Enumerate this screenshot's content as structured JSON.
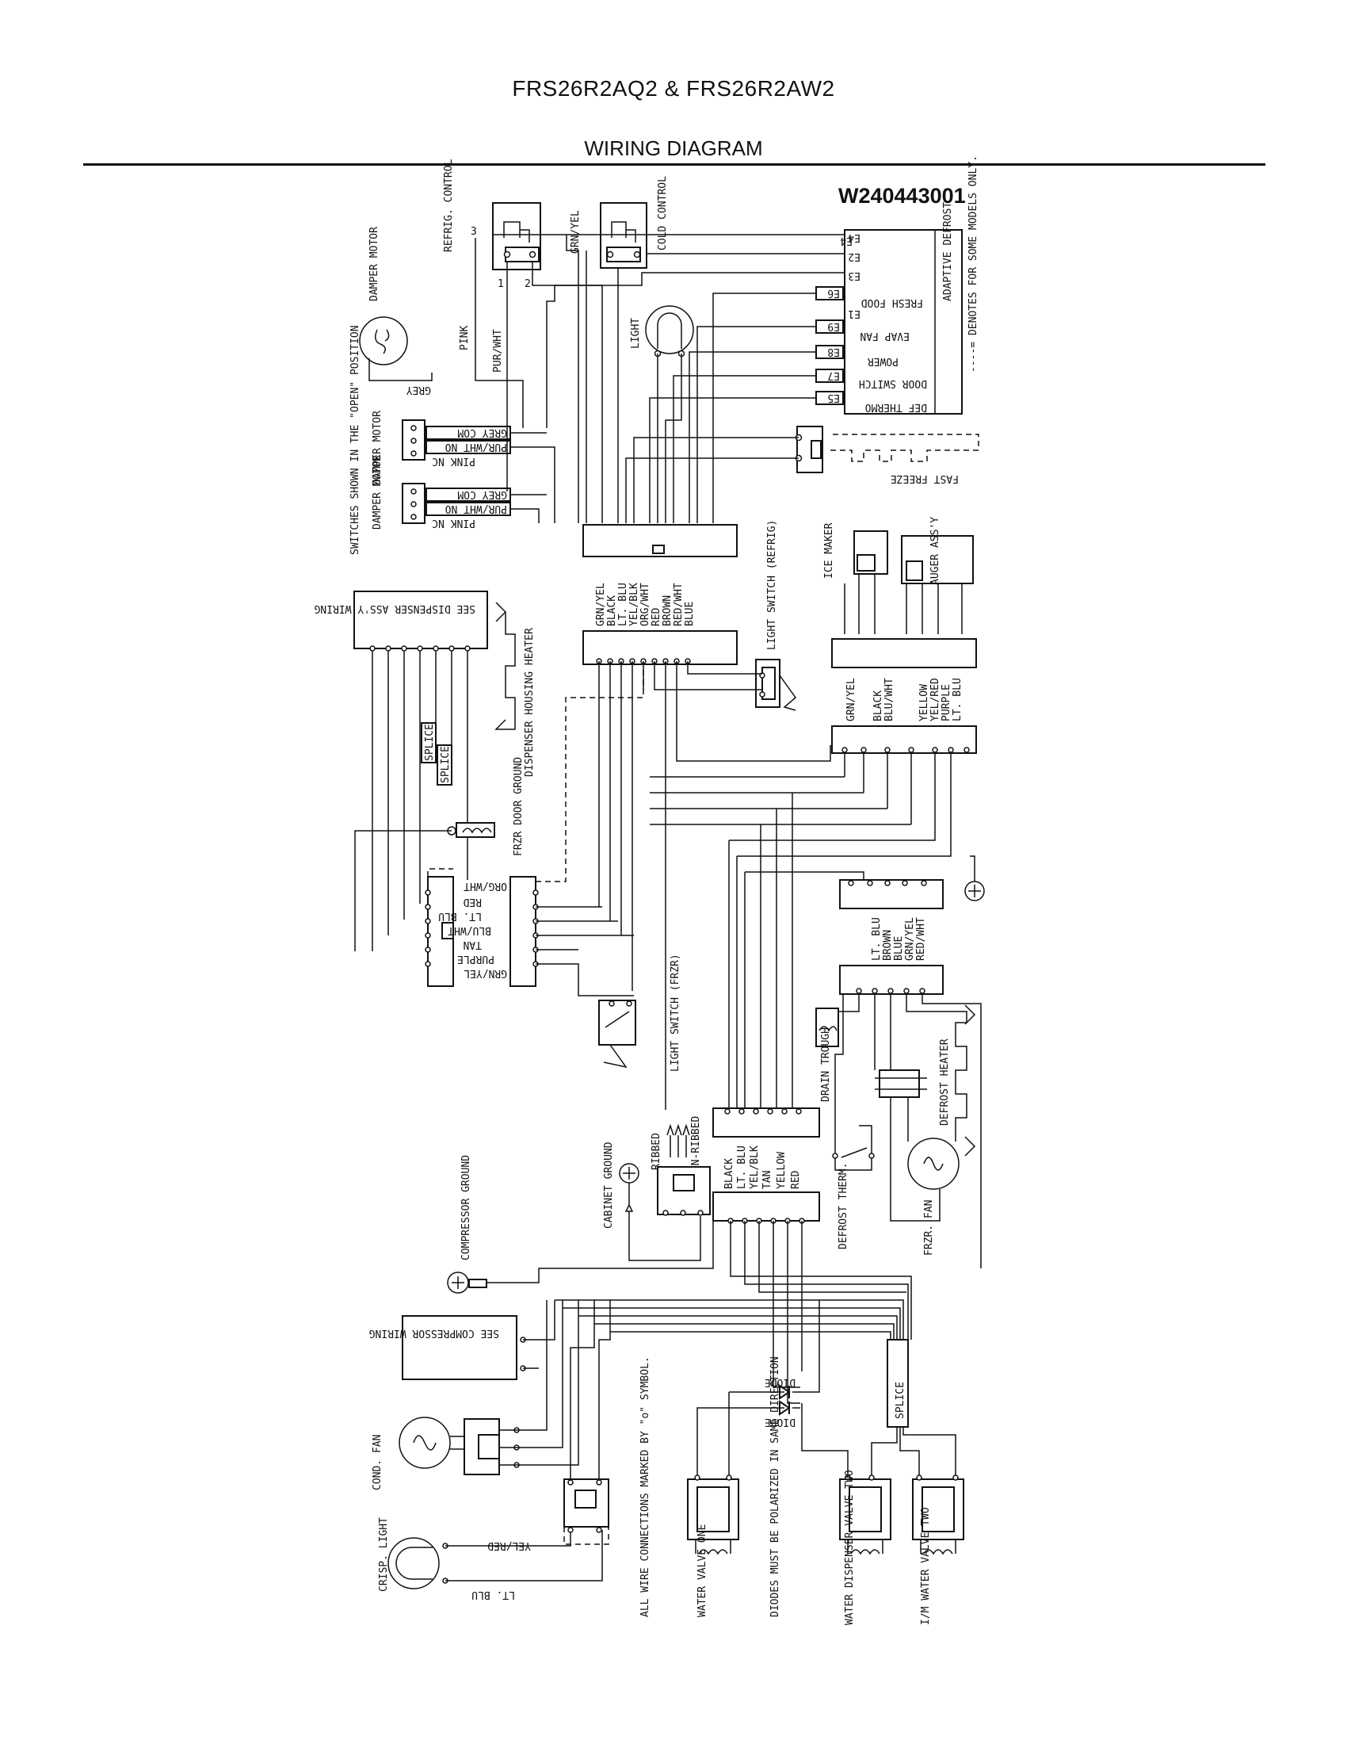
{
  "header": {
    "models": "FRS26R2AQ2 & FRS26R2AW2",
    "title": "WIRING DIAGRAM"
  },
  "diagram": {
    "part_number": "W240443001",
    "control_board": {
      "name": "ADAPTIVE DEFROST",
      "terminals": [
        "E4",
        "E2",
        "E3",
        "E1"
      ],
      "connectors": [
        {
          "label": "FRESH FOOD",
          "pin": "E6"
        },
        {
          "label": "EVAP FAN",
          "pin": "E9"
        },
        {
          "label": "POWER",
          "pin": "E8"
        },
        {
          "label": "DOOR SWITCH",
          "pin": "E7"
        },
        {
          "label": "DEF THERMO",
          "pin": "E5"
        }
      ]
    },
    "legend_note": "----= DENOTES FOR SOME MODELS ONLY.",
    "fast_freeze": "FAST FREEZE",
    "refrig_control": "REFRIG. CONTROL",
    "cold_control": "COLD CONTROL",
    "refrig_pins": [
      "3",
      "1",
      "2"
    ],
    "grn_yel": "GRN/YEL",
    "light": "LIGHT",
    "damper_motor": "DAMPER MOTOR",
    "pink": "PINK",
    "pur_wht": "PUR/WHT",
    "grey": "GREY",
    "switches_note": "SWITCHES SHOWN IN THE \"OPEN\" POSITION",
    "damper_switches": [
      {
        "label": "DAMPER MOTOR",
        "wires": [
          "GREY COM",
          "PUR/WHT NO",
          "PINK NC"
        ]
      },
      {
        "label": "DAMPER MOTOR",
        "wires": [
          "GREY COM",
          "PUR/WHT NO",
          "PINK NC"
        ]
      }
    ],
    "harness_main": [
      "GRN/YEL",
      "BLACK",
      "LT. BLU",
      "YEL/BLK",
      "ORG/WHT",
      "RED",
      "BROWN",
      "RED/WHT",
      "BLUE"
    ],
    "light_switch_refrig": "LIGHT SWITCH (REFRIG)",
    "dispenser_ref": "SEE DISPENSER ASS'Y WIRING",
    "dispenser_heater": "DISPENSER HOUSING HEATER",
    "splice": "SPLICE",
    "frzr_door_ground": "FRZR DOOR GROUND",
    "frzr_door_wires": [
      "ORG/WHT",
      "RED",
      "LT. BLU",
      "BLU/WHT",
      "TAN",
      "PURPLE",
      "GRN/YEL"
    ],
    "light_switch_frzr": "LIGHT SWITCH (FRZR)",
    "ice_maker": "ICE MAKER",
    "auger": "AUGER ASS'Y",
    "icemaker_wires": [
      "GRN/YEL",
      "BLACK",
      "BLU/WHT",
      "YELLOW",
      "YEL/RED",
      "PURPLE",
      "LT. BLU"
    ],
    "frzr_wires": [
      "LT. BLU",
      "BROWN",
      "BLUE",
      "GRN/YEL",
      "RED/WHT"
    ],
    "drain_trough": "DRAIN TROUGH",
    "defrost_heater": "DEFROST HEATER",
    "defrost_therm": "DEFROST THERM.",
    "frzr_fan": "FRZR. FAN",
    "ribbed": "RIBBED",
    "non_ribbed": "NON-RIBBED",
    "cabinet_ground": "CABINET GROUND",
    "lower_wires": [
      "BLACK",
      "LT. BLU",
      "YEL/BLK",
      "TAN",
      "YELLOW",
      "RED"
    ],
    "compressor_ground": "COMPRESSOR GROUND",
    "compressor_ref": "SEE COMPRESSOR WIRING",
    "cond_fan": "COND. FAN",
    "crisp_light": "CRISP. LIGHT",
    "yel_red": "YEL/RED",
    "lt_blu": "LT. BLU",
    "diode": "DIODE",
    "connections_note": "ALL WIRE CONNECTIONS MARKED BY \"o\" SYMBOL.",
    "diodes_note": "DIODES MUST BE POLARIZED IN SAME DIRECTION",
    "water_valves": [
      "WATER VALVE ONE",
      "WATER DISPENSER VALVE TWO",
      "I/M WATER VALVE TWO"
    ]
  }
}
